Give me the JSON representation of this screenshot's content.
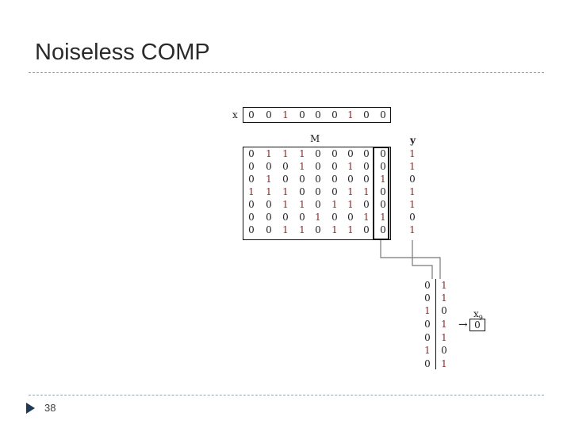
{
  "slide": {
    "title": "Noiseless COMP",
    "page_number": "38"
  },
  "diagram": {
    "x_label": "x",
    "x": [
      "0",
      "0",
      "1",
      "0",
      "0",
      "0",
      "1",
      "0",
      "0"
    ],
    "matrix_label": "M",
    "matrix": [
      [
        "0",
        "1",
        "1",
        "1",
        "0",
        "0",
        "0",
        "0"
      ],
      [
        "0",
        "0",
        "0",
        "1",
        "0",
        "0",
        "1",
        "0"
      ],
      [
        "0",
        "1",
        "0",
        "0",
        "0",
        "0",
        "0",
        "0"
      ],
      [
        "1",
        "1",
        "1",
        "0",
        "0",
        "0",
        "1",
        "1"
      ],
      [
        "0",
        "0",
        "1",
        "1",
        "0",
        "1",
        "1",
        "0"
      ],
      [
        "0",
        "0",
        "0",
        "0",
        "1",
        "0",
        "0",
        "1"
      ],
      [
        "0",
        "0",
        "1",
        "1",
        "0",
        "1",
        "1",
        "0"
      ]
    ],
    "last_column": [
      "0",
      "0",
      "1",
      "0",
      "0",
      "1",
      "0"
    ],
    "y_label": "y",
    "y": [
      "1",
      "1",
      "0",
      "1",
      "1",
      "0",
      "1"
    ],
    "compare_left": [
      "0",
      "0",
      "1",
      "0",
      "0",
      "1",
      "0"
    ],
    "compare_right": [
      "1",
      "1",
      "0",
      "1",
      "1",
      "0",
      "1"
    ],
    "arrow_glyph": "→",
    "result_label": "x",
    "result_subscript": "9",
    "result_value": "0"
  }
}
